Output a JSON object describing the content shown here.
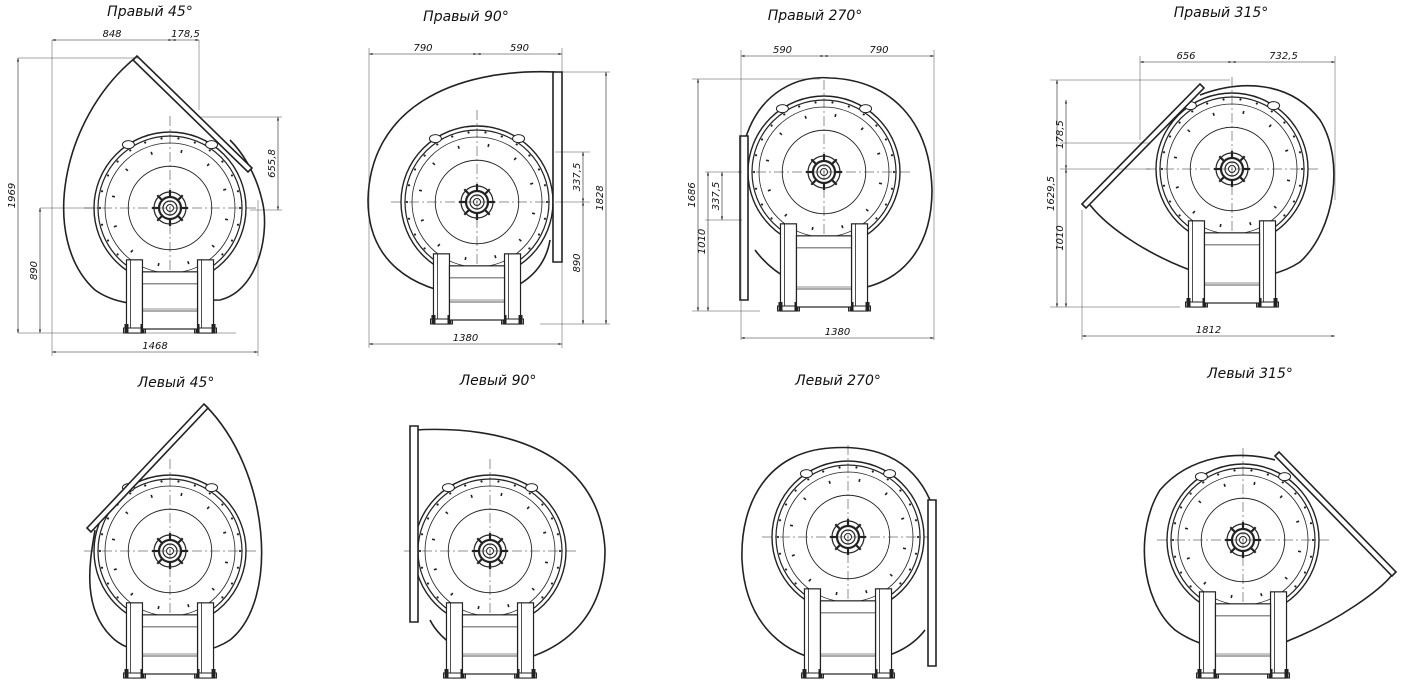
{
  "views": [
    {
      "id": "right-45",
      "title": "Правый 45°",
      "dims": {
        "w_left": "848",
        "w_right": "178,5",
        "h_total": "1969",
        "h_axis": "890",
        "h_outlet": "655,8",
        "w_total": "1468"
      }
    },
    {
      "id": "right-90",
      "title": "Правый 90°",
      "dims": {
        "w_left": "790",
        "w_right": "590",
        "h_outlet": "337,5",
        "h_total": "1828",
        "h_axis": "890",
        "w_total": "1380"
      }
    },
    {
      "id": "right-270",
      "title": "Правый 270°",
      "dims": {
        "w_left": "590",
        "w_right": "790",
        "h_total": "1686",
        "h_outlet": "337,5",
        "h_axis": "1010",
        "w_total": "1380"
      }
    },
    {
      "id": "right-315",
      "title": "Правый 315°",
      "dims": {
        "w_left": "656",
        "w_right": "732,5",
        "h_outlet": "178,5",
        "h_total": "1629,5",
        "h_axis": "1010",
        "w_total": "1812"
      }
    },
    {
      "id": "left-45",
      "title": "Левый 45°"
    },
    {
      "id": "left-90",
      "title": "Левый 90°"
    },
    {
      "id": "left-270",
      "title": "Левый 270°"
    },
    {
      "id": "left-315",
      "title": "Левый 315°"
    }
  ]
}
